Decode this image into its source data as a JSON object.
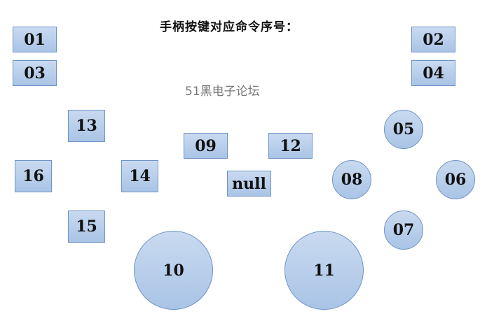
{
  "title": "手柄按键对应命令序号：",
  "watermark": "51黑电子论坛",
  "keys": {
    "k01": "01",
    "k02": "02",
    "k03": "03",
    "k04": "04",
    "k05": "05",
    "k06": "06",
    "k07": "07",
    "k08": "08",
    "k09": "09",
    "k10": "10",
    "k11": "11",
    "k12": "12",
    "k13": "13",
    "k14": "14",
    "k15": "15",
    "k16": "16",
    "null": "null"
  },
  "colors": {
    "key_fill": "#b8cfec",
    "key_border": "#6f93c6"
  }
}
